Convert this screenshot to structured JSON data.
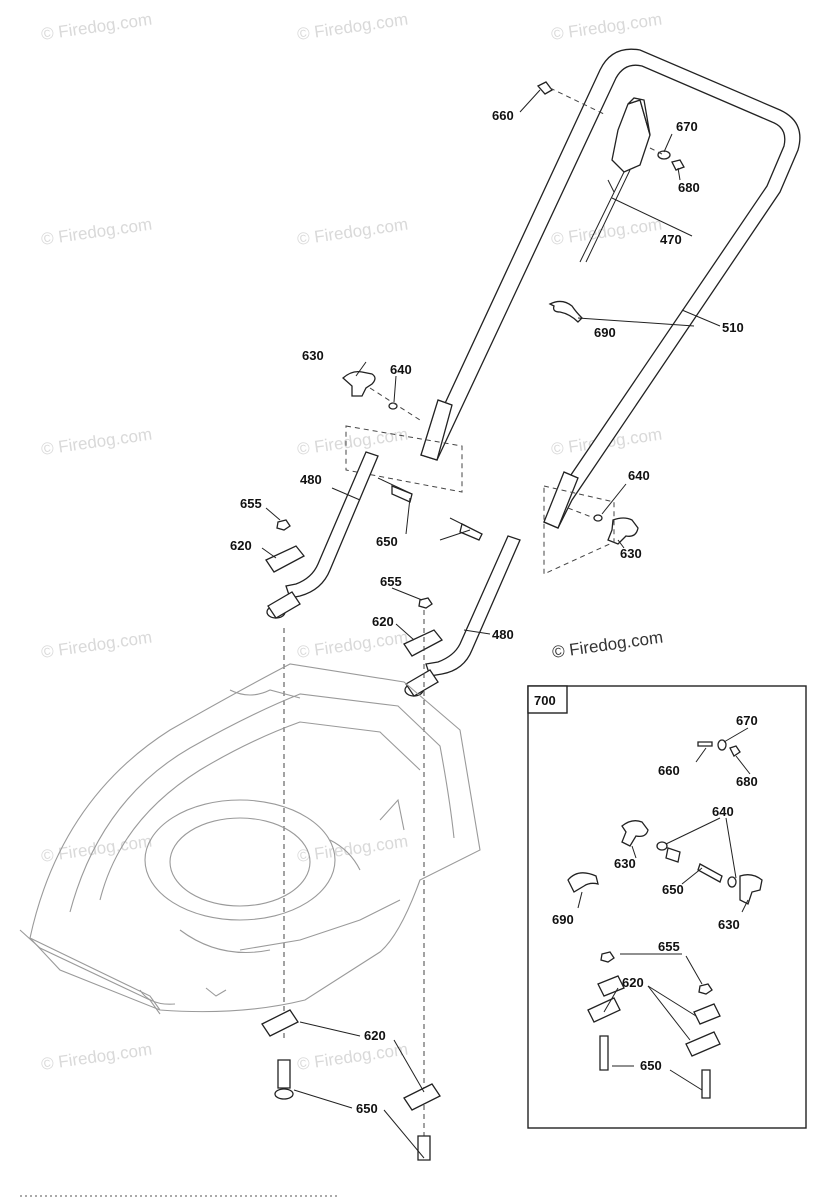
{
  "watermark": "© Firedog.com",
  "copyright_text": "© Firedog.com",
  "detail_box": {
    "label": "700"
  },
  "callouts": {
    "c660": "660",
    "c670": "670",
    "c680": "680",
    "c470": "470",
    "c690": "690",
    "c510": "510",
    "c630a": "630",
    "c640a": "640",
    "c480a": "480",
    "c655a": "655",
    "c620a": "620",
    "c650a": "650",
    "c640b": "640",
    "c630b": "630",
    "c655b": "655",
    "c620b": "620",
    "c480b": "480",
    "c620c": "620",
    "c650c": "650",
    "d670": "670",
    "d660": "660",
    "d680": "680",
    "d640": "640",
    "d630a": "630",
    "d650a": "650",
    "d630b": "630",
    "d690": "690",
    "d655": "655",
    "d620": "620",
    "d650b": "650"
  }
}
